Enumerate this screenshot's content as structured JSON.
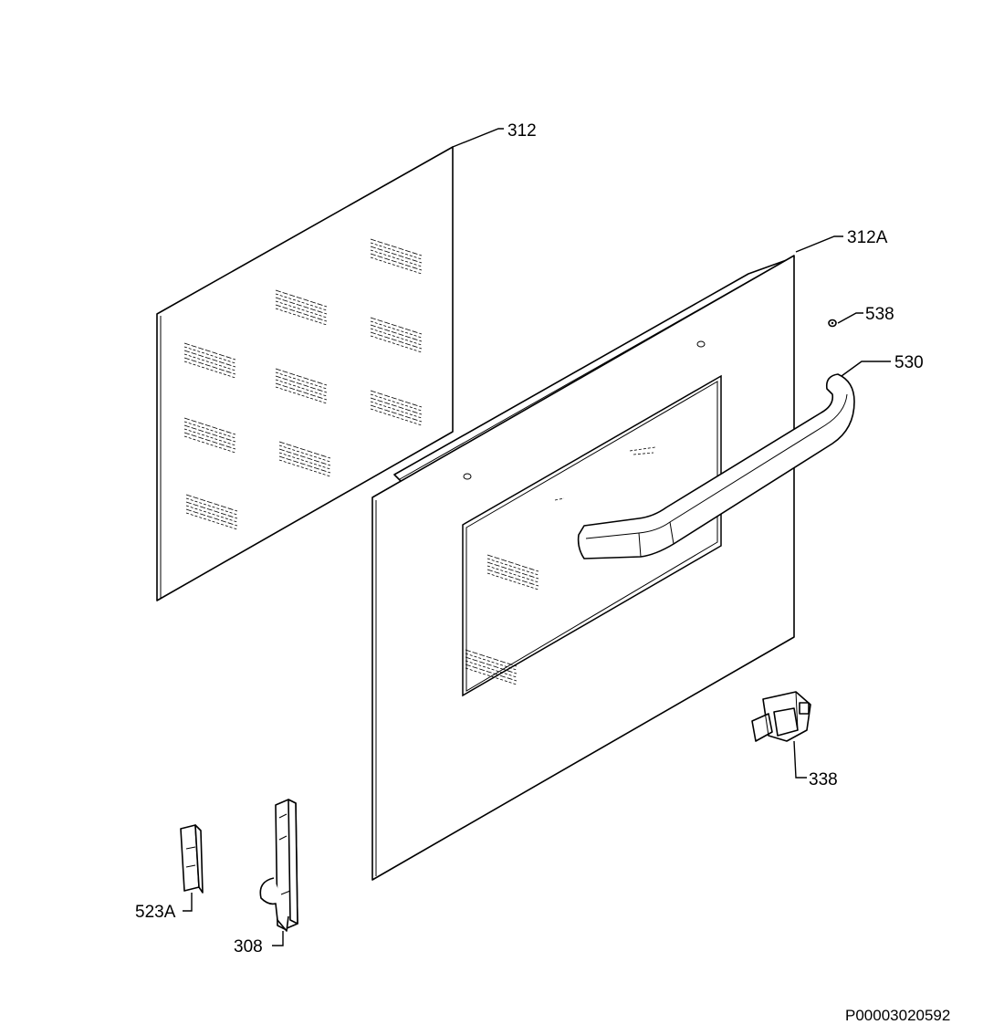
{
  "callouts": {
    "p312": "312",
    "p312A": "312A",
    "p538": "538",
    "p530": "530",
    "p338": "338",
    "p523A": "523A",
    "p308": "308"
  },
  "document_id": "P00003020592"
}
